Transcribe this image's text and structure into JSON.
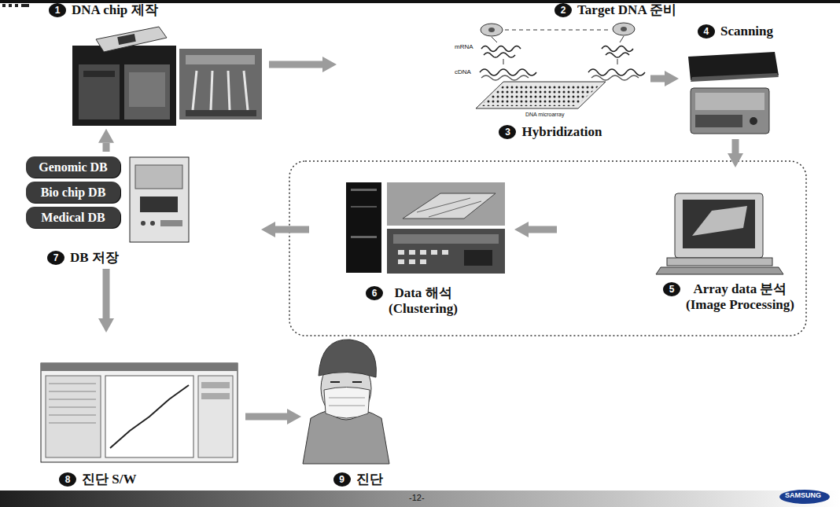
{
  "diagram": {
    "nodes": [
      {
        "text": [
          "1",
          "DNA chip 제작"
        ]
      },
      {
        "text": [
          "2",
          "Target DNA 준비"
        ]
      },
      {
        "text": [
          "3",
          "Hybridization"
        ]
      },
      {
        "text": [
          "4",
          "Scanning"
        ]
      },
      {
        "text": [
          "5",
          "Array data 분석",
          "(Image Processing)"
        ]
      },
      {
        "text": [
          "6",
          "Data 해석",
          "(Clustering)"
        ]
      },
      {
        "text": [
          "7",
          "DB 저장"
        ]
      },
      {
        "text": [
          "Genomic DB"
        ],
        "in": 6
      },
      {
        "text": [
          "Bio chip DB"
        ],
        "in": 6
      },
      {
        "text": [
          "Medical DB"
        ],
        "in": 6
      },
      {
        "text": [
          "8",
          "진단 S/W"
        ]
      },
      {
        "text": [
          "9",
          "진단"
        ]
      }
    ],
    "edges": [
      {
        "from": 0,
        "to": 1,
        "arrow": "to"
      },
      {
        "from": 2,
        "to": 3,
        "arrow": "to"
      },
      {
        "from": 3,
        "to": 4,
        "arrow": "to"
      },
      {
        "from": 4,
        "to": 5,
        "arrow": "to"
      },
      {
        "from": 5,
        "to": 6,
        "arrow": "to"
      },
      {
        "from": 6,
        "to": 0,
        "arrow": "to"
      },
      {
        "from": 6,
        "to": 10,
        "arrow": "to"
      },
      {
        "from": 10,
        "to": 11,
        "arrow": "to"
      }
    ],
    "labels": [
      "mRNA",
      "cDNA",
      "DNA microarray",
      "-12-",
      "SAMSUNG"
    ]
  }
}
